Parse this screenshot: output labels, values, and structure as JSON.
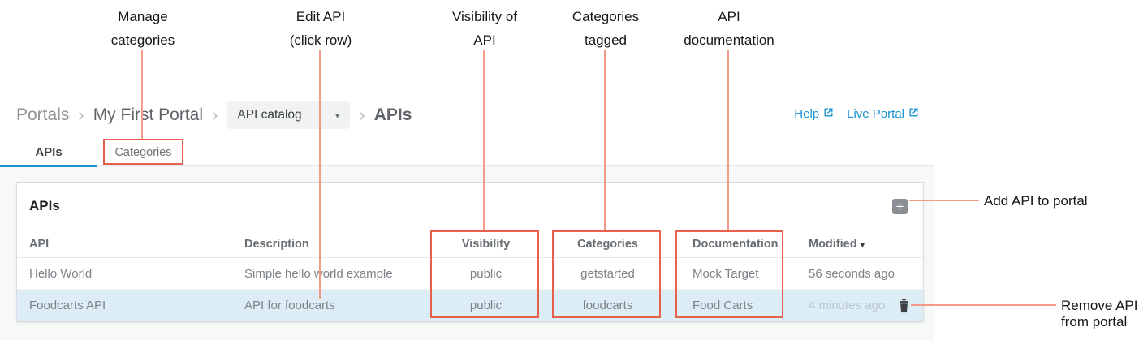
{
  "icons": {
    "chevron": "›",
    "caret": "▾",
    "sort_desc": "▾",
    "add": "+"
  },
  "annotations": {
    "top_labels": [
      {
        "line1": "Manage",
        "line2": "categories"
      },
      {
        "line1": "Edit API",
        "line2": "(click row)"
      },
      {
        "line1": "Visibility of",
        "line2": "API"
      },
      {
        "line1": "Categories",
        "line2": "tagged"
      },
      {
        "line1": "API",
        "line2": "documentation"
      }
    ],
    "add_label": "Add API to portal",
    "remove_label": "Remove API from portal"
  },
  "breadcrumb": {
    "root": "Portals",
    "portal": "My First Portal",
    "dropdown_value": "API catalog",
    "current": "APIs"
  },
  "header_links": {
    "help": "Help",
    "live_portal": "Live Portal"
  },
  "tabs": [
    {
      "label": "APIs",
      "active": true
    },
    {
      "label": "Categories",
      "active": false
    }
  ],
  "panel": {
    "title": "APIs"
  },
  "table": {
    "columns": [
      "API",
      "Description",
      "Visibility",
      "Categories",
      "Documentation",
      "Modified"
    ],
    "rows": [
      {
        "api": "Hello World",
        "description": "Simple hello world example",
        "visibility": "public",
        "categories": "getstarted",
        "documentation": "Mock Target",
        "modified": "56 seconds ago"
      },
      {
        "api": "Foodcarts API",
        "description": "API for foodcarts",
        "visibility": "public",
        "categories": "foodcarts",
        "documentation": "Food Carts",
        "modified": "4 minutes ago"
      }
    ]
  },
  "colors": {
    "accent_blue": "#1793d1",
    "annotation_line": "#f59a88",
    "annotation_box": "#e8604c",
    "row_highlight": "#ddedf6",
    "content_band": "#f7f8f8"
  }
}
